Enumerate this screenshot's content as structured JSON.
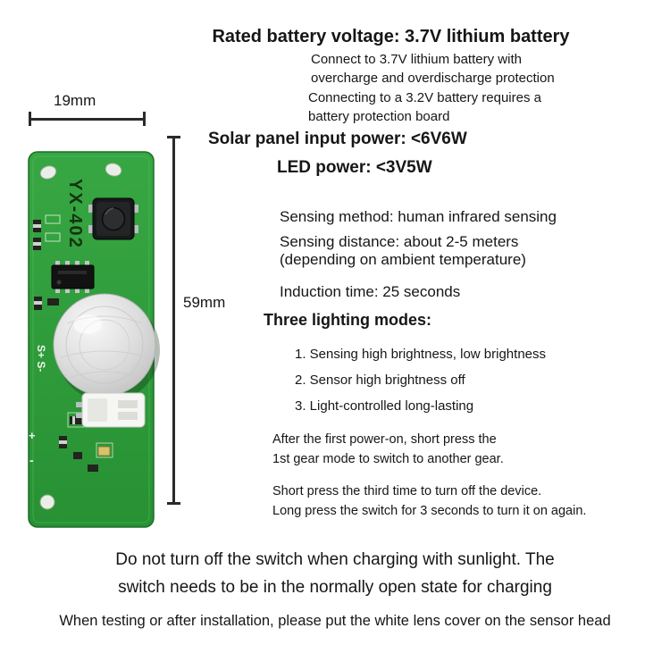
{
  "figure": {
    "board_label": "YX-402",
    "silkscreen_s": "S+ S-",
    "silkscreen_plus": "+",
    "silkscreen_minus": "-",
    "dim_width_label": "19mm",
    "dim_height_label": "59mm"
  },
  "specs": {
    "battery_heading": "Rated battery voltage: 3.7V lithium battery",
    "battery_note1_lines": [
      "Connect to 3.7V lithium battery with",
      "overcharge and overdischarge protection"
    ],
    "battery_note2_lines": [
      "Connecting to a 3.2V battery requires a",
      "battery protection board"
    ],
    "solar_heading": "Solar panel input power: <6V6W",
    "led_heading": "LED power: <3V5W",
    "sensing_method": "Sensing method: human infrared sensing",
    "sensing_distance_lines": [
      "Sensing distance: about 2-5 meters",
      "(depending on ambient temperature)"
    ],
    "induction_time": "Induction time: 25 seconds",
    "modes_heading": "Three lighting modes:",
    "modes": [
      "1. Sensing high brightness, low brightness",
      "2. Sensor high brightness off",
      "3. Light-controlled long-lasting"
    ],
    "first_power_note_lines": [
      "After the first power-on, short press the",
      "1st gear mode to switch to another gear."
    ],
    "off_note_lines": [
      "Short press the third time to turn off the device.",
      "Long press the switch for 3 seconds to turn it on again."
    ]
  },
  "footer": {
    "warning_lines": [
      "Do not turn off the switch when charging with sunlight. The",
      "switch needs to be in the normally open state for charging"
    ],
    "lens_note": "When testing or after installation, please put the white lens cover on the sensor head"
  },
  "colors": {
    "pcb_green": "#2f9b3b",
    "pcb_green_dark": "#1c6f28",
    "dome_gray": "#d9d9d9",
    "text": "#161616"
  }
}
